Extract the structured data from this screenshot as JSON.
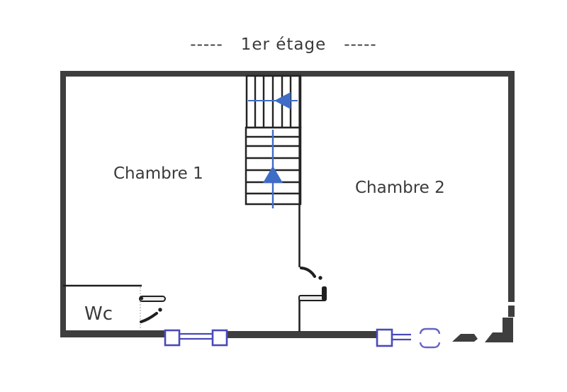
{
  "title": {
    "text": "-----   1er étage   -----"
  },
  "rooms": {
    "chambre1": {
      "label": "Chambre 1"
    },
    "chambre2": {
      "label": "Chambre 2"
    },
    "wc": {
      "label": "Wc"
    }
  },
  "icons": {
    "stairs_up_arrow": "arrow-up",
    "stairs_left_arrow": "arrow-left"
  },
  "colors": {
    "wall": "#3e3e3e",
    "line": "#232323",
    "window_blue": "#4a49bb",
    "arrow_blue": "#3e6cc6",
    "text": "#3a3a3a",
    "background": "#ffffff"
  }
}
